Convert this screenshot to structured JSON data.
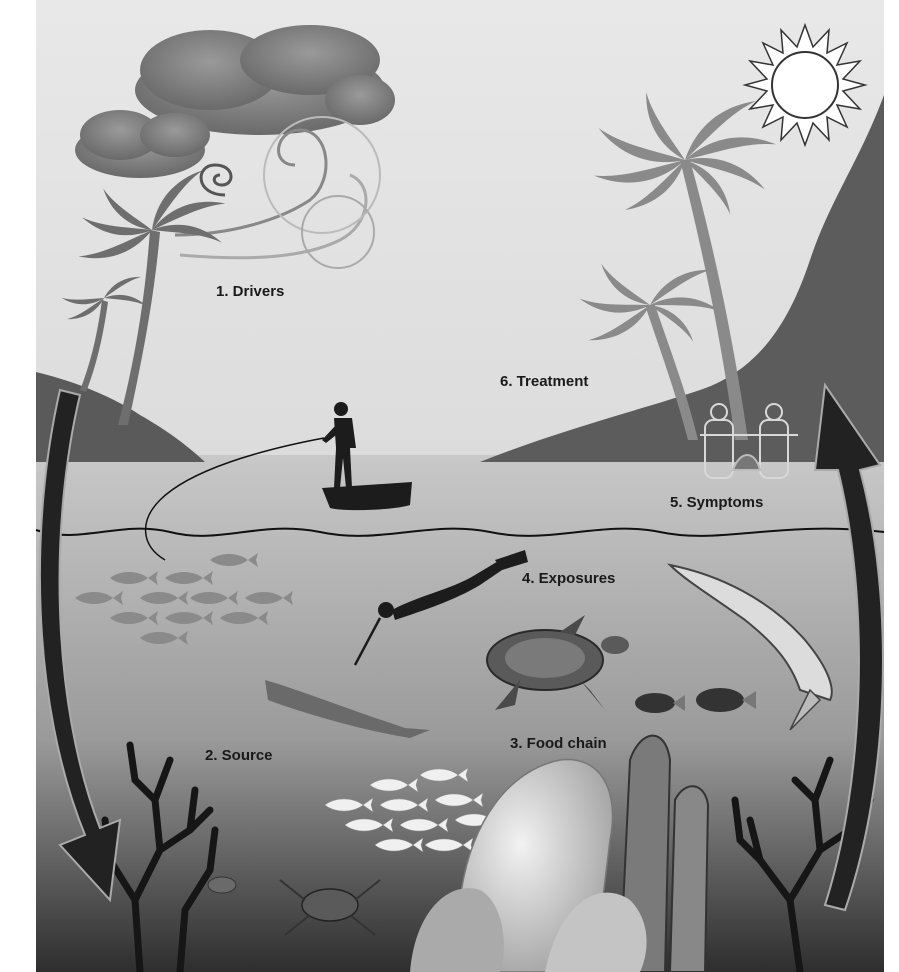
{
  "labels": {
    "drivers": "1. Drivers",
    "source": "2. Source",
    "food_chain": "3. Food chain",
    "exposures": "4. Exposures",
    "symptoms": "5. Symptoms",
    "treatment": "6. Treatment"
  },
  "colors": {
    "sky": "#e6e6e6",
    "water_top": "#bdbdbd",
    "water_bottom": "#3a3a3a",
    "land": "#5a5a5a",
    "silhouette": "#1c1c1c",
    "fish": "#8a8a8a",
    "arrow": "#222222"
  }
}
